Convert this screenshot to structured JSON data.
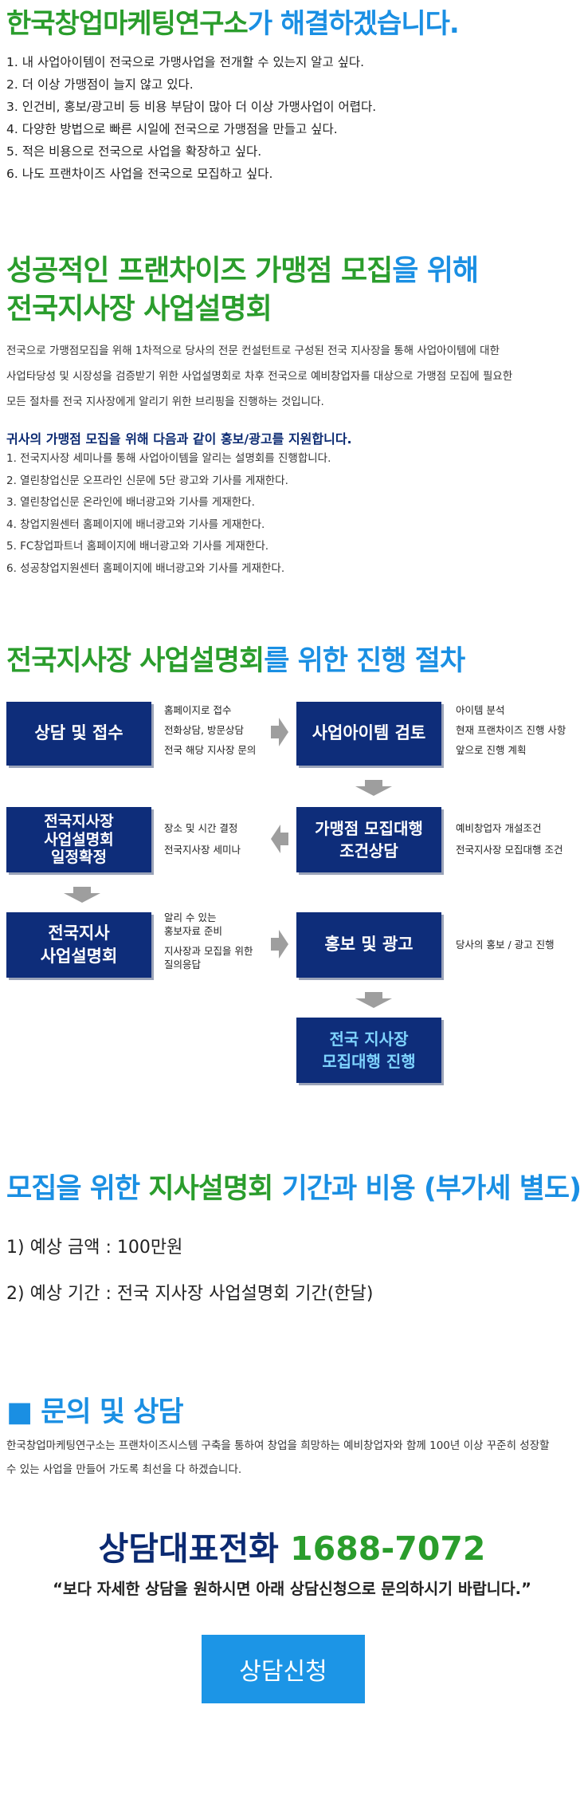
{
  "section1": {
    "title_green": "한국창업마케팅연구소",
    "title_blue": "가 해결하겠습니다.",
    "items": [
      "1. 내 사업아이템이 전국으로 가맹사업을 전개할 수 있는지 알고 싶다.",
      "2. 더 이상 가맹점이 늘지 않고 있다.",
      "3. 인건비, 홍보/광고비 등 비용 부담이 많아 더 이상 가맹사업이 어렵다.",
      "4. 다양한 방법으로 빠른 시일에 전국으로 가맹점을 만들고 싶다.",
      "5. 적은 비용으로 전국으로 사업을 확장하고 싶다.",
      "6. 나도 프랜차이즈 사업을 전국으로 모집하고 싶다."
    ]
  },
  "section2": {
    "title_line1_green": "성공적인 프랜차이즈 가맹점 모집",
    "title_line1_blue": "을 위해",
    "title_line2": "전국지사장 사업설명회",
    "paragraph": [
      "전국으로 가맹점모집을 위해 1차적으로 당사의 전문 컨설턴트로 구성된 전국 지사장을 통해 사업아이템에 대한",
      "사업타당성 및 시장성을 검증받기 위한 사업설명회로 차후 전국으로 예비창업자를 대상으로 가맹점 모집에 필요한",
      "모든 절차를 전국 지사장에게 알리기 위한 브리핑을 진행하는 것입니다."
    ],
    "support_heading": "귀사의 가맹점 모집을 위해 다음과 같이 홍보/광고를 지원합니다.",
    "support_items": [
      "1. 전국지사장 세미나를 통해 사업아이템을 알리는 설명회를 진행합니다.",
      "2. 열린창업신문 오프라인 신문에 5단 광고와 기사를 게재한다.",
      "3. 열린창업신문 온라인에 배너광고와 기사를 게재한다.",
      "4. 창업지원센터 홈페이지에 배너광고와 기사를 게재한다.",
      "5. FC창업파트너 홈페이지에 배너광고와 기사를 게재한다.",
      "6. 성공창업지원센터 홈페이지에 배너광고와 기사를 게재한다."
    ]
  },
  "section3": {
    "title_green": "전국지사장 사업설명회",
    "title_blue": "를 위한 진행 절차",
    "steps": {
      "consult": "상담 및 접수",
      "review": "사업아이템 검토",
      "schedule": [
        "전국지사장",
        "사업설명회",
        "일정확정"
      ],
      "conditions": [
        "가맹점 모집대행",
        "조건상담"
      ],
      "briefing": [
        "전국지사",
        "사업설명회"
      ],
      "promo": "홍보 및 광고",
      "final": [
        "전국 지사장",
        "모집대행 진행"
      ]
    },
    "notes": {
      "consult": [
        "홈페이지로 접수",
        "전화상담, 방문상담",
        "전국 해당 지사장 문의"
      ],
      "review": [
        "아이템 분석",
        "현재 프랜차이즈 진행 사항",
        "앞으로 진행 계획"
      ],
      "schedule": [
        "장소 및 시간 결정",
        "전국지사장 세미나"
      ],
      "conditions": [
        "예비창업자 개설조건",
        "전국지사장 모집대행 조건"
      ],
      "briefing_a": [
        "알리 수 있는",
        "홍보자료 준비"
      ],
      "briefing_b": [
        "지사장과 모집을 위한",
        "질의응답"
      ],
      "promo": [
        "당사의 홍보 / 광고 진행"
      ]
    }
  },
  "section4": {
    "title_blue": "모집을 위한 ",
    "title_green": "지사설명회 ",
    "title_blue2": "기간과 비용",
    "title_paren": " (부가세 별도)",
    "items": [
      "1) 예상 금액 :  100만원",
      "2) 예상 기간 :  전국 지사장 사업설명회 기간(한달)"
    ]
  },
  "section5": {
    "title": "■ 문의 및 상담",
    "paragraph": [
      "한국창업마케팅연구소는 프랜차이즈시스템 구축을 통하여 창업을 희망하는 예비창업자와 함께 100년 이상 꾸준히 성장할",
      "수 있는 사업을 만들어 가도록 최선을 다 하겠습니다."
    ],
    "phone_label": "상담대표전화 ",
    "phone_number": "1688-7072",
    "quote": "“보다 자세한 상담을 원하시면 아래 상담신청으로 문의하시기 바랍니다.”",
    "button_label": "상담신청"
  },
  "colors": {
    "green": "#2a9d2c",
    "blue": "#1a8fe3",
    "navy": "#0b2a72",
    "box": "#0e2d7a",
    "button": "#1c95e6"
  }
}
